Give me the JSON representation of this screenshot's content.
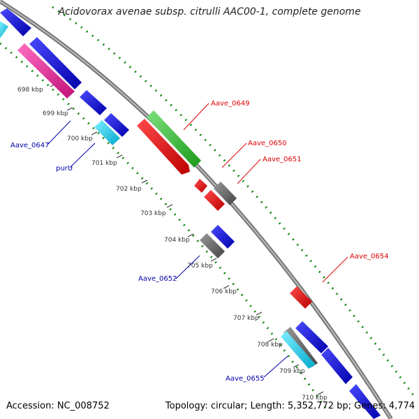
{
  "title": "Acidovorax avenae subsp. citrulli AAC00-1, complete genome",
  "footer": {
    "accession": "Accession: NC_008752",
    "topology": "Topology: circular; Length: 5,352,772 bp; Genes: 4,774"
  },
  "kbp_labels": [
    "698 kbp",
    "699 kbp",
    "700 kbp",
    "701 kbp",
    "702 kbp",
    "703 kbp",
    "704 kbp",
    "705 kbp",
    "706 kbp",
    "707 kbp",
    "708 kbp",
    "709 kbp",
    "710 kbp"
  ],
  "gene_labels_red": [
    "Aave_0649",
    "Aave_0650",
    "Aave_0651",
    "Aave_0654"
  ],
  "gene_labels_blue": [
    "Aave_0647",
    "purU",
    "Aave_0652",
    "Aave_0655"
  ],
  "colors": {
    "backbone": "#888888",
    "grid": "#118811",
    "blue": "#0000dd",
    "cyan": "#11ccee",
    "magenta": "#ee2299",
    "red": "#ee0000",
    "green": "#22bb22",
    "gray": "#666666",
    "red_label": "#dd0000",
    "blue_label": "#0000aa"
  }
}
